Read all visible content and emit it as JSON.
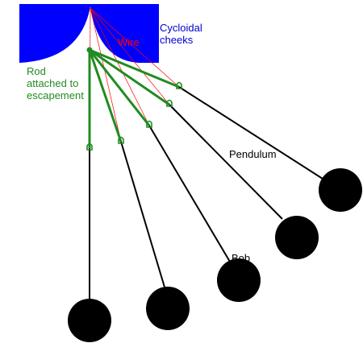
{
  "labels": {
    "cycloidal_cheeks": "Cycloidal\ncheeks",
    "wire": "Wire",
    "rod": "Rod\nattached to\nescapement",
    "pendulum": "Pendulum",
    "bob": "Bob"
  },
  "colors": {
    "cheeks": "#0000ff",
    "cheek_label": "#0000cc",
    "wire": "#ff0000",
    "rod": "#228b22",
    "pendulum": "#000000",
    "bob": "#000000",
    "label": "#000000"
  }
}
